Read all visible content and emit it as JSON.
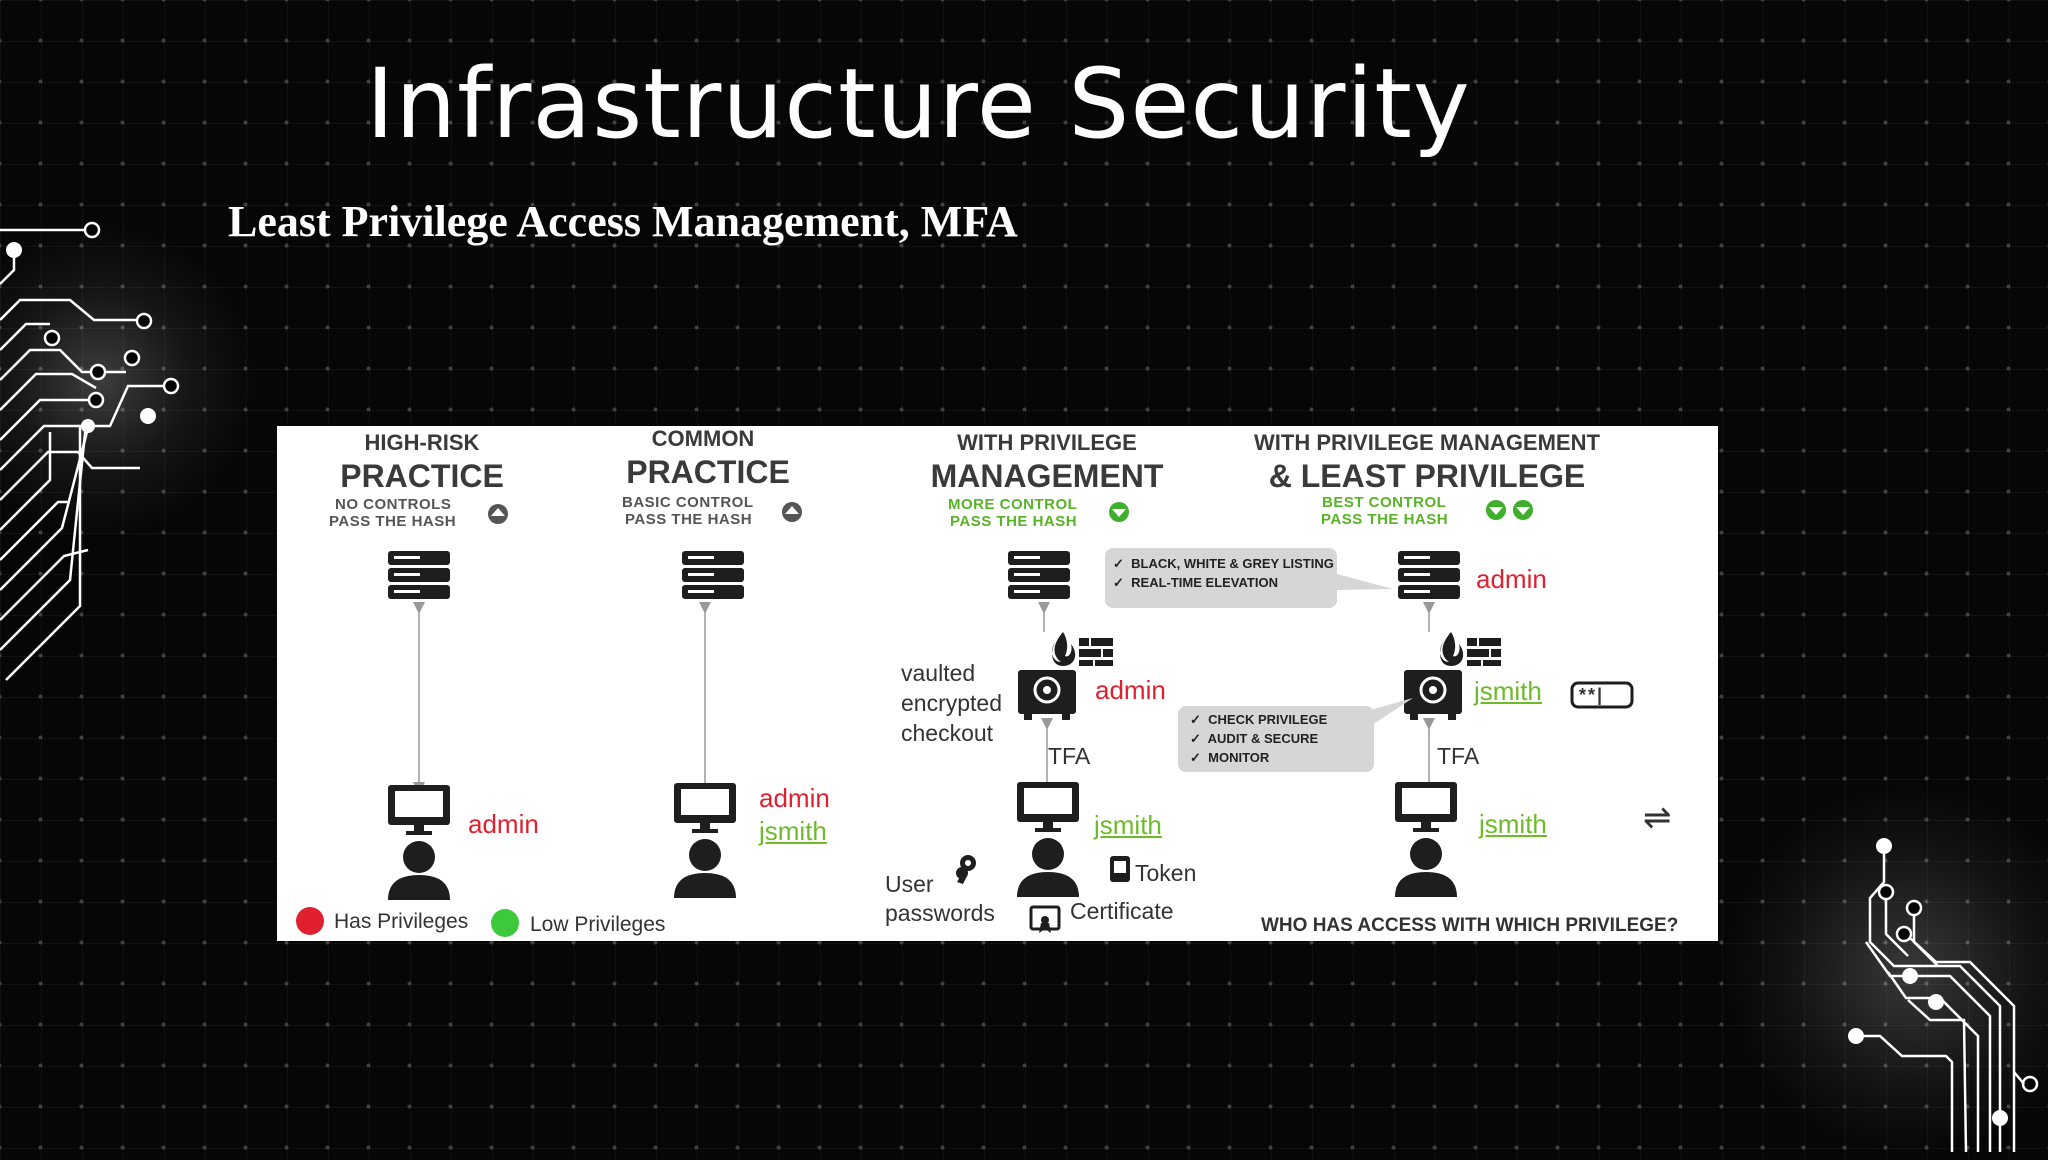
{
  "slide": {
    "title": "Infrastructure Security",
    "subtitle": "Least Privilege Access Management, MFA"
  },
  "diagram": {
    "columns": [
      {
        "heading_small": "HIGH-RISK",
        "heading_large": "PRACTICE",
        "note_line1": "NO CONTROLS",
        "note_line2": "PASS THE HASH"
      },
      {
        "heading_small": "COMMON",
        "heading_large": "PRACTICE",
        "note_line1": "BASIC CONTROL",
        "note_line2": "PASS THE HASH"
      },
      {
        "heading_small": "WITH PRIVILEGE",
        "heading_large": "MANAGEMENT",
        "note_line1": "MORE CONTROL",
        "note_line2": "PASS THE HASH"
      },
      {
        "heading_small": "WITH PRIVILEGE MANAGEMENT",
        "heading_large": "& LEAST PRIVILEGE",
        "note_line1": "BEST CONTROL",
        "note_line2": "PASS THE HASH"
      }
    ],
    "callout_top": [
      "BLACK, WHITE & GREY LISTING",
      "REAL-TIME ELEVATION"
    ],
    "callout_mid": [
      "CHECK PRIVILEGE",
      "AUDIT & SECURE",
      "MONITOR"
    ],
    "check_mark": "✓",
    "labels": {
      "admin": "admin",
      "jsmith": "jsmith",
      "vaulted": "vaulted",
      "encrypted": "encrypted",
      "checkout": "checkout",
      "tfa": "TFA",
      "user": "User",
      "passwords": "passwords",
      "token": "Token",
      "certificate": "Certificate",
      "password_mask": "**|",
      "swap_arrows": "⇌"
    },
    "legend": {
      "has_privileges": "Has Privileges",
      "low_privileges": "Low Privileges"
    },
    "question": "WHO HAS ACCESS WITH WHICH PRIVILEGE?",
    "colors": {
      "privileged": "#e0202e",
      "low_privileged": "#3cc93c",
      "note_green": "#58b327"
    }
  }
}
